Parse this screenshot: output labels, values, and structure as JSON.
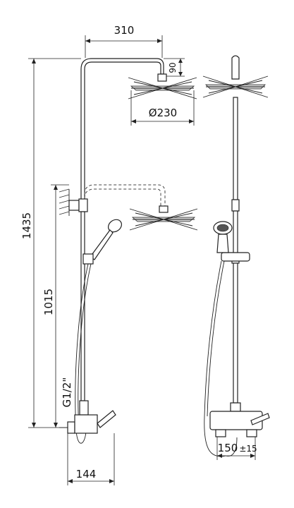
{
  "dimensions": {
    "width_top": "310",
    "drop_90": "90",
    "head_diameter": "Ø230",
    "total_height": "1435",
    "mixer_height": "1015",
    "thread": "G1/2\"",
    "projection": "144",
    "center_spacing": "150",
    "center_tolerance": "±15"
  }
}
